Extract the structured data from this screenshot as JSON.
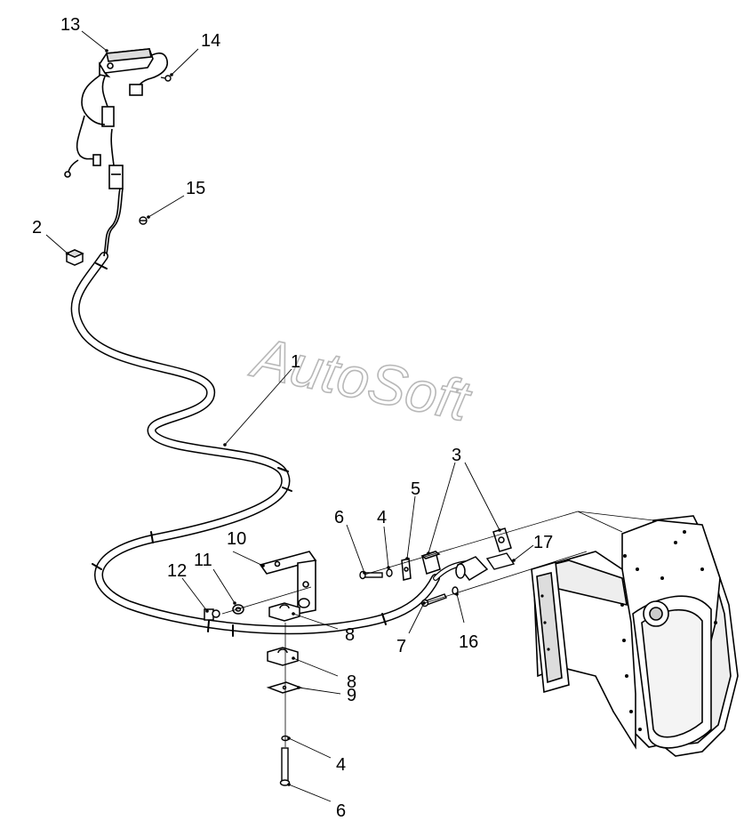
{
  "watermark": "AutoSoft",
  "callouts": [
    {
      "id": "c13",
      "text": "13"
    },
    {
      "id": "c14",
      "text": "14"
    },
    {
      "id": "c15",
      "text": "15"
    },
    {
      "id": "c2",
      "text": "2"
    },
    {
      "id": "c1",
      "text": "1"
    },
    {
      "id": "c3",
      "text": "3"
    },
    {
      "id": "c4a",
      "text": "4"
    },
    {
      "id": "c5",
      "text": "5"
    },
    {
      "id": "c6a",
      "text": "6"
    },
    {
      "id": "c10",
      "text": "10"
    },
    {
      "id": "c11",
      "text": "11"
    },
    {
      "id": "c12",
      "text": "12"
    },
    {
      "id": "c17",
      "text": "17"
    },
    {
      "id": "c7",
      "text": "7"
    },
    {
      "id": "c16",
      "text": "16"
    },
    {
      "id": "c8a",
      "text": "8"
    },
    {
      "id": "c8b",
      "text": "8"
    },
    {
      "id": "c9",
      "text": "9"
    },
    {
      "id": "c4b",
      "text": "4"
    },
    {
      "id": "c6b",
      "text": "6"
    }
  ]
}
